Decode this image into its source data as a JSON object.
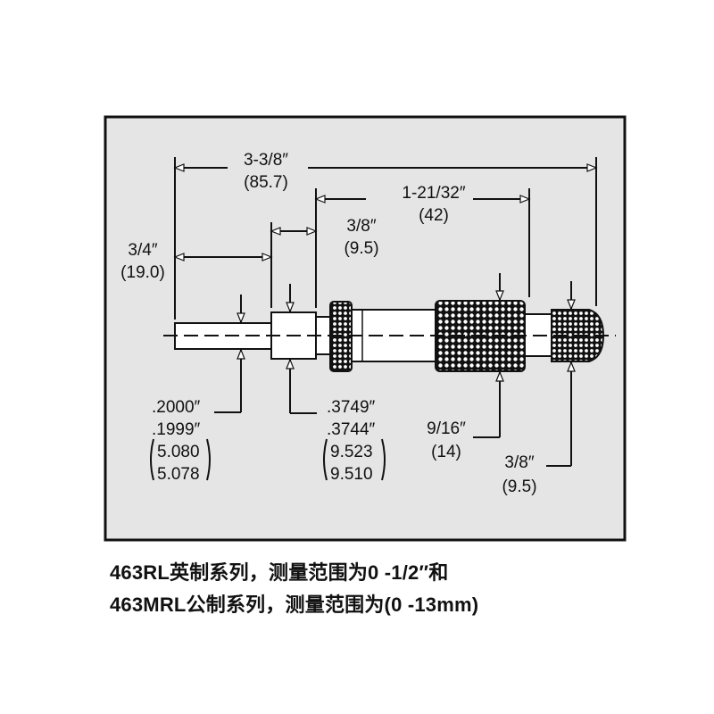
{
  "dimensions": {
    "overall_length": {
      "inch": "3-3/8″",
      "mm": "(85.7)"
    },
    "sleeve_to_thimble_end": {
      "inch": "1-21/32″",
      "mm": "(42)"
    },
    "collar_width": {
      "inch": "3/8″",
      "mm": "(9.5)"
    },
    "spindle_length": {
      "inch": "3/4″",
      "mm": "(19.0)"
    },
    "spindle_diameter": {
      "inch_max": ".2000″",
      "inch_min": ".1999″",
      "mm_max": "5.080",
      "mm_min": "5.078"
    },
    "collar_diameter": {
      "inch_max": ".3749″",
      "inch_min": ".3744″",
      "mm_max": "9.523",
      "mm_min": "9.510"
    },
    "thimble_diameter": {
      "inch": "9/16″",
      "mm": "(14)"
    },
    "ratchet_diameter": {
      "inch": "3/8″",
      "mm": "(9.5)"
    }
  },
  "captions": {
    "line1": "463RL英制系列，测量范围为0 -1/2″和",
    "line2": "463MRL公制系列，测量范围为(0 -13mm)"
  }
}
